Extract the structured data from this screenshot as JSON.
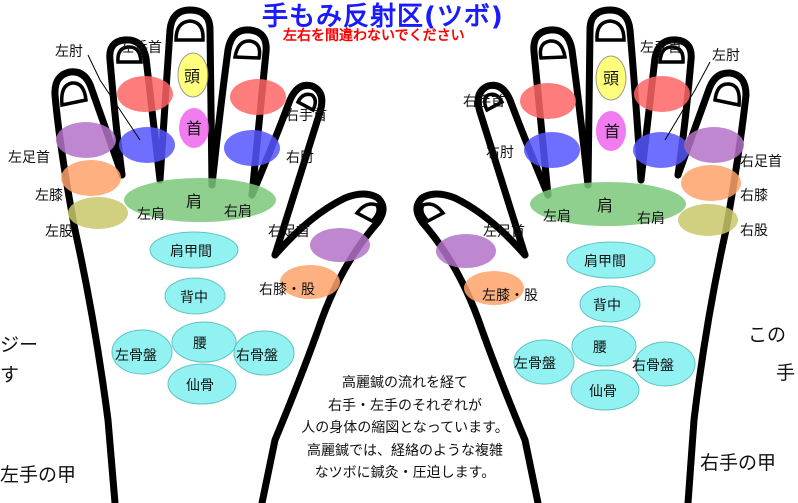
{
  "title": "手もみ反射区(ツボ)",
  "subtitle": "左右を間違わないでください",
  "colors": {
    "wrist": "#ff6666",
    "elbow": "#5555ff",
    "knee": "#ffa36b",
    "thigh": "#c8c86a",
    "ankle": "#b373c8",
    "shoulder": "#7cc87c",
    "head": "#ffff66",
    "neck": "#ee66ee",
    "back": "#7ff0f0"
  },
  "left_hand": {
    "labels": {
      "left_elbow": "左肘",
      "left_wrist": "左手首",
      "head": "頭",
      "neck": "首",
      "right_wrist": "右手首",
      "right_elbow": "右肘",
      "left_ankle": "左足首",
      "left_knee": "左膝",
      "left_thigh": "左股",
      "shoulder": "肩",
      "left_shoulder": "左肩",
      "right_shoulder": "右肩",
      "right_ankle": "右足首",
      "right_knee_thigh": "右膝・股",
      "between_shoulder_blades": "肩甲間",
      "back": "背中",
      "waist": "腰",
      "left_pelvis": "左骨盤",
      "right_pelvis": "右骨盤",
      "sacrum": "仙骨"
    },
    "caption": "左手の甲"
  },
  "right_hand": {
    "labels": {
      "right_wrist": "右手首",
      "right_elbow": "右肘",
      "head": "頭",
      "neck": "首",
      "left_wrist": "左手首",
      "left_elbow": "左肘",
      "right_ankle": "右足首",
      "right_knee": "右膝",
      "right_thigh": "右股",
      "shoulder": "肩",
      "left_shoulder": "左肩",
      "right_shoulder": "右肩",
      "left_ankle": "左足首",
      "left_knee_thigh": "左膝・股",
      "between_shoulder_blades": "肩甲間",
      "back": "背中",
      "waist": "腰",
      "left_pelvis": "左骨盤",
      "right_pelvis": "右骨盤",
      "sacrum": "仙骨"
    },
    "caption": "右手の甲"
  },
  "note_lines": [
    "高麗鍼の流れを経て",
    "右手・左手のそれぞれが",
    "人の身体の縮図となっています。",
    "高麗鍼では、経絡のような複雑",
    "なツボに鍼灸・圧迫します。"
  ],
  "side_text": {
    "left_top": "ジー",
    "left_mid": "す",
    "right_top": "この",
    "right_mid": "手"
  }
}
